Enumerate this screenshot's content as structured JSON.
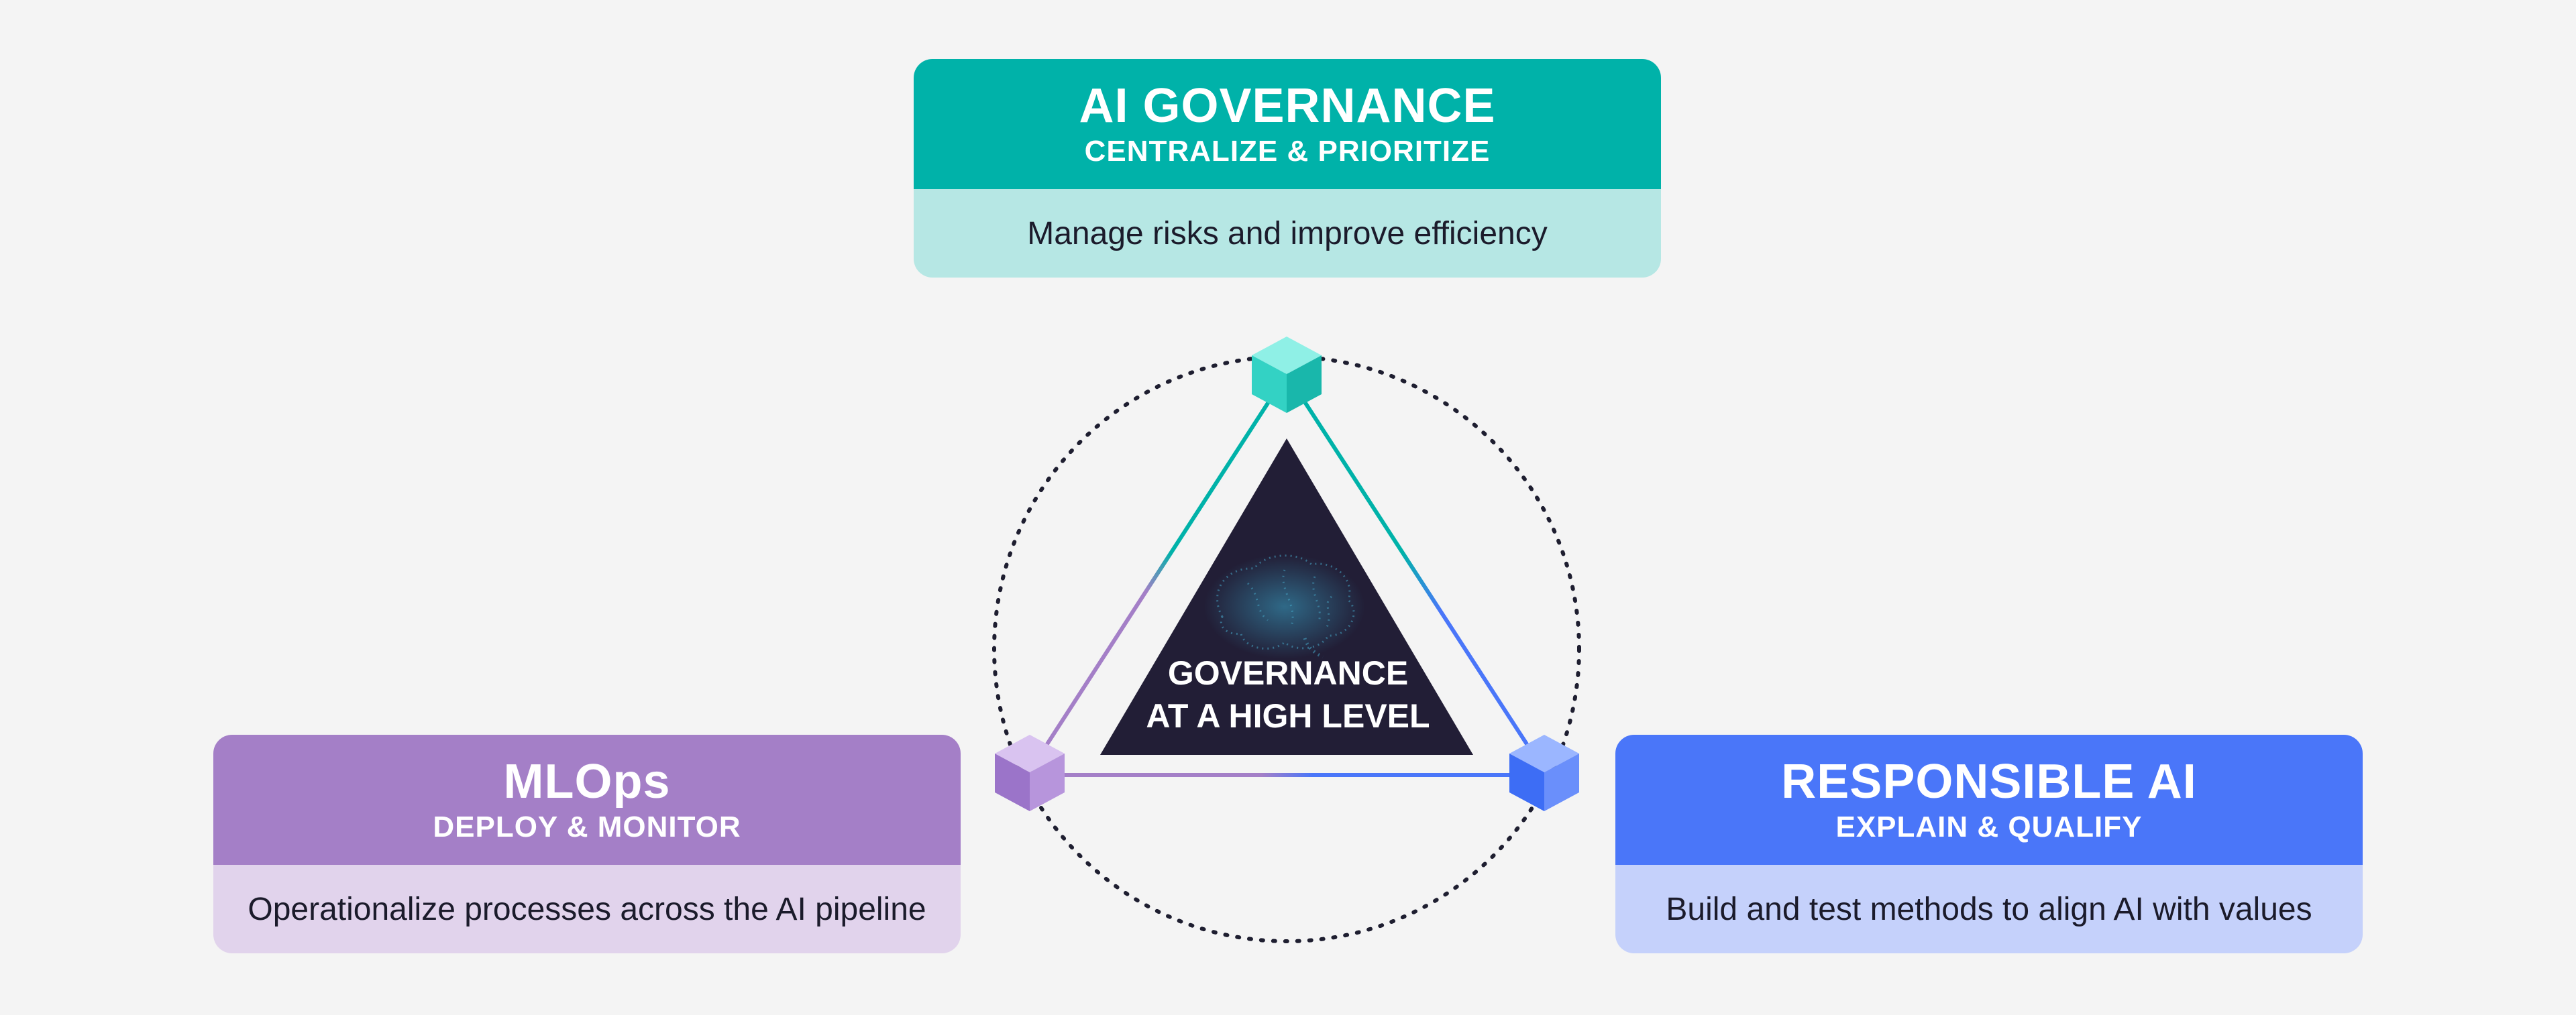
{
  "colors": {
    "teal": "#00b2a9",
    "teal_light": "#b6e7e4",
    "purple": "#a47fc7",
    "purple_light": "#e1d3ec",
    "blue": "#4a76f9",
    "blue_light": "#c5d1fb",
    "dark": "#221e36",
    "background": "#f4f4f4"
  },
  "cards": {
    "governance": {
      "title": "AI GOVERNANCE",
      "subtitle": "CENTRALIZE & PRIORITIZE",
      "description": "Manage risks and improve efficiency"
    },
    "mlops": {
      "title": "MLOps",
      "subtitle": "DEPLOY & MONITOR",
      "description": "Operationalize processes across the AI pipeline"
    },
    "responsible": {
      "title": "RESPONSIBLE AI",
      "subtitle": "EXPLAIN & QUALIFY",
      "description": "Build and test methods to align AI with values"
    }
  },
  "center": {
    "line1": "GOVERNANCE",
    "line2": "AT A HIGH LEVEL"
  },
  "icons": {
    "top": "teal-cube-icon",
    "left": "purple-cube-icon",
    "right": "blue-cube-icon",
    "center": "brain-icon"
  }
}
